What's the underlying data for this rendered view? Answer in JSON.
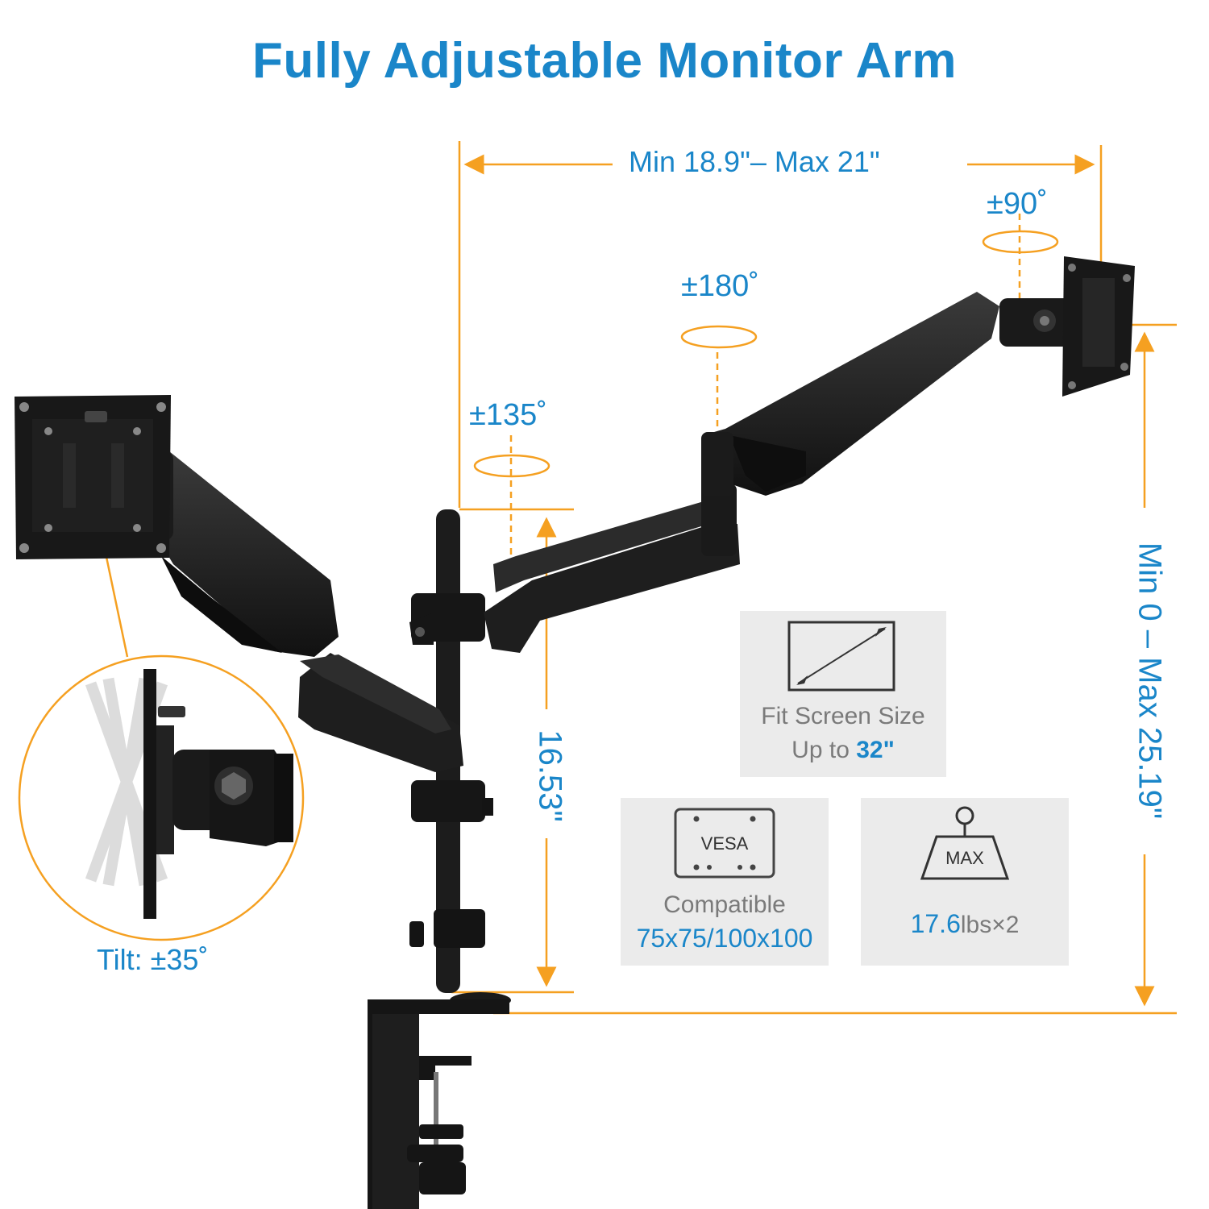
{
  "title": "Fully Adjustable Monitor Arm",
  "dimensions": {
    "width_range": "Min 18.9\"– Max 21\"",
    "pole_height": "16.53\"",
    "height_range": "Min 0 – Max 25.19\""
  },
  "rotations": {
    "monitor_swivel": "±90˚",
    "arm_joint": "±180˚",
    "base_joint": "±135˚",
    "tilt": "Tilt: ±35˚"
  },
  "features": {
    "screen_size": {
      "line1": "Fit Screen Size",
      "line2_prefix": "Up to ",
      "line2_value": "32\""
    },
    "vesa": {
      "icon_label": "VESA",
      "line1": "Compatible",
      "line2": "75x75/100x100"
    },
    "max_load": {
      "icon_label": "MAX",
      "value": "17.6",
      "unit": "lbs×2"
    }
  },
  "colors": {
    "accent_blue": "#1a86c9",
    "dimension_orange": "#f5a021",
    "card_bg": "#ebebeb",
    "product": "#1c1c1c"
  }
}
